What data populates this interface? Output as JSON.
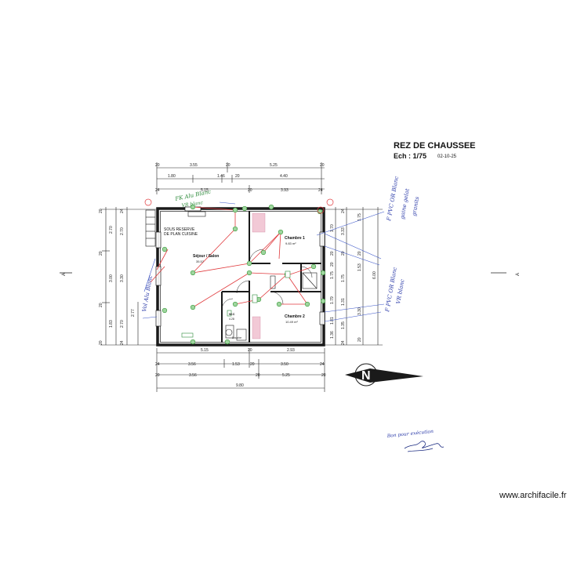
{
  "header": {
    "title": "REZ DE CHAUSSEE",
    "scale": "Ech : 1/75",
    "date": "02-10-25"
  },
  "rooms": {
    "sejour_name": "Séjour / Salon",
    "sejour_area": "35.57",
    "chambre1_name": "Chambre 1",
    "chambre1_area": "9.83 m²",
    "chambre2_name": "Chambre 2",
    "chambre2_area": "10.49 m²",
    "kitchen_note_1": "SOUS RESERVE",
    "kitchen_note_2": "DE PLAN CUISINE",
    "wc_label": "W.C",
    "sdb_area": "4.28",
    "shower_label": "Douche"
  },
  "dims_top": {
    "row1": [
      "20",
      "3.55",
      "20",
      "5.25",
      "20"
    ],
    "row2": [
      "1.80",
      "1.46",
      "20",
      "4.40"
    ],
    "row3": [
      "24",
      "5.15",
      "20",
      "3.93",
      "24"
    ]
  },
  "dims_bottom": {
    "row1": [
      "5.15",
      "20",
      "2.93"
    ],
    "row2": [
      "24",
      "3.56",
      "1.53",
      "20",
      "3.50",
      "24"
    ],
    "row3": [
      "20",
      "3.56",
      "20",
      "5.25",
      "20"
    ],
    "total": "9.80"
  },
  "dims_left": {
    "outer": [
      "20",
      "2.70",
      "20",
      "3.00",
      "20",
      "1.83",
      "20"
    ],
    "inner": [
      "24",
      "2.70",
      "3.30",
      "2.70",
      "24"
    ],
    "mid": "2.77"
  },
  "dims_right": {
    "col1": [
      "1.70",
      "20",
      "1.75",
      "20",
      "1.79",
      "1.81",
      "1.36"
    ],
    "col2": [
      "24",
      "3.33",
      "20",
      "1.75",
      "1.31",
      "1.35",
      "24"
    ],
    "col3": [
      "1.75",
      "20",
      "1.53",
      "3.30",
      "20",
      "6.00"
    ]
  },
  "section_marks": {
    "left": "A",
    "right": "A"
  },
  "handwritten_notes": {
    "top_left": "FK Alu Blanc",
    "top_left_2": "VR blanc",
    "left": "Vol Alu Blanc",
    "right_top": "F PVC OR Blanc",
    "right_top_2": "gaine gelat",
    "right_top_3": "granits",
    "right_mid": "F PVC OR Blanc",
    "right_mid_2": "VR blanc",
    "approval": "Bon pour exécution"
  },
  "footer": {
    "watermark": "www.archifacile.fr"
  },
  "colors": {
    "wall": "#1a1a1a",
    "dimension": "#222222",
    "electric_line": "#e0393c",
    "electric_point": "#4fb84f",
    "annotation_ink": "#2a3aa8",
    "green_ink": "#2c8a3a",
    "sign_ink": "#1a2a80"
  }
}
